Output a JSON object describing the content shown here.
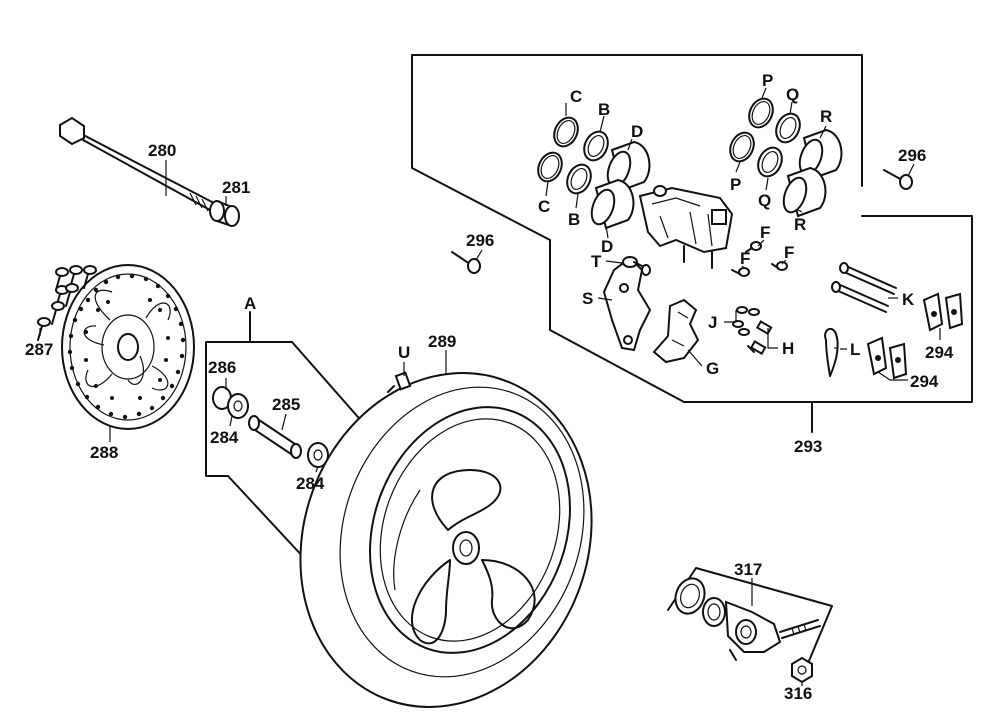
{
  "labels": {
    "l280": "280",
    "l281": "281",
    "l287": "287",
    "l288": "288",
    "lA": "A",
    "l286": "286",
    "l284a": "284",
    "l285": "285",
    "l284b": "284",
    "lU": "U",
    "l289": "289",
    "l296a": "296",
    "l296b": "296",
    "lC1": "C",
    "lB1": "B",
    "lD1": "D",
    "lC2": "C",
    "lB2": "B",
    "lD2": "D",
    "lP1": "P",
    "lQ1": "Q",
    "lR1": "R",
    "lP2": "P",
    "lQ2": "Q",
    "lR2": "R",
    "lT": "T",
    "lS": "S",
    "lF1": "F",
    "lF2": "F",
    "lF3": "F",
    "lJ": "J",
    "lH": "H",
    "lG": "G",
    "lK": "K",
    "lL": "L",
    "l294a": "294",
    "l294b": "294",
    "l293": "293",
    "l317": "317",
    "l316": "316"
  }
}
